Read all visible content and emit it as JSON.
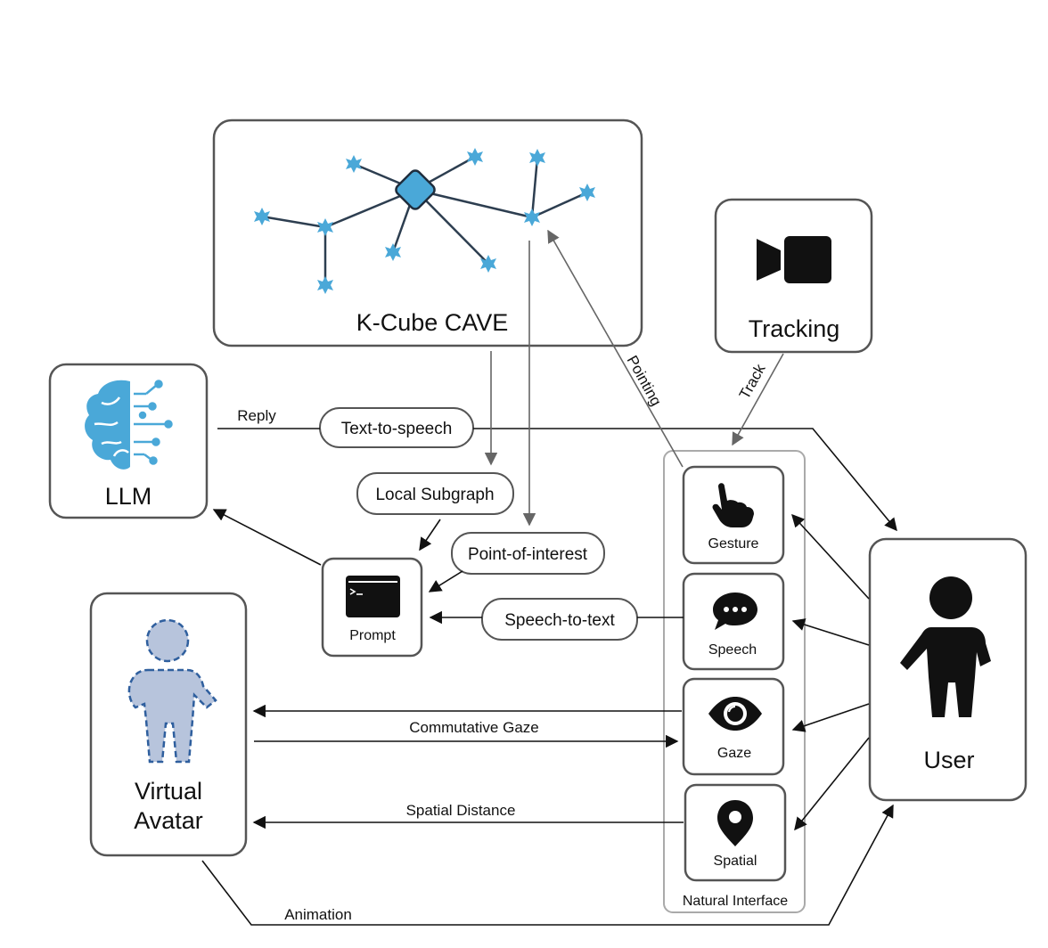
{
  "nodes": {
    "kcube": "K-Cube CAVE",
    "tracking": "Tracking",
    "llm": "LLM",
    "prompt": "Prompt",
    "user": "User",
    "avatar_line1": "Virtual",
    "avatar_line2": "Avatar",
    "gesture": "Gesture",
    "speech": "Speech",
    "gaze": "Gaze",
    "spatial": "Spatial",
    "natural_interface": "Natural Interface"
  },
  "pills": {
    "tts": "Text-to-speech",
    "local_subgraph": "Local Subgraph",
    "poi": "Point-of-interest",
    "stt": "Speech-to-text"
  },
  "edge_labels": {
    "reply": "Reply",
    "pointing": "Pointing",
    "track": "Track",
    "commutative_gaze": "Commutative Gaze",
    "spatial_distance": "Spatial Distance",
    "animation": "Animation"
  },
  "colors": {
    "accent_blue": "#4aa8d8",
    "avatar_fill": "#b7c4dc",
    "avatar_stroke": "#2f5f9e",
    "stroke": "#555555",
    "arrow": "#111111",
    "grey_arrow": "#666666"
  }
}
